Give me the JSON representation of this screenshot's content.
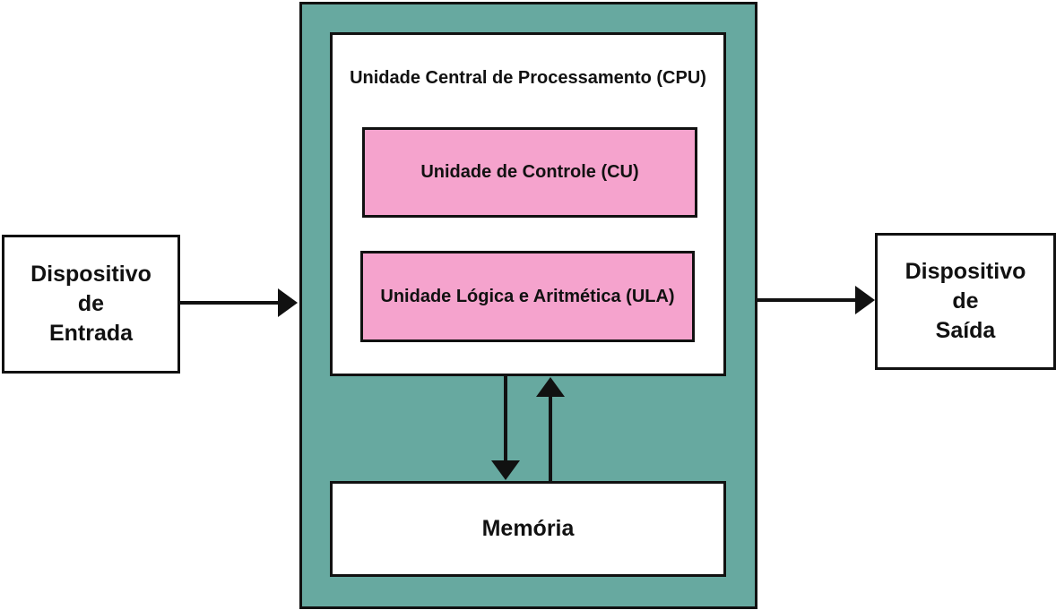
{
  "input_device": {
    "lines": [
      "Dispositivo",
      "de",
      "Entrada"
    ]
  },
  "output_device": {
    "lines": [
      "Dispositivo",
      "de",
      "Saída"
    ]
  },
  "cpu": {
    "title": "Unidade Central de Processamento (CPU)",
    "control_unit": "Unidade de Controle (CU)",
    "alu": "Unidade Lógica e Aritmética (ULA)"
  },
  "memory": {
    "label": "Memória"
  },
  "colors": {
    "system_frame": "#67a9a0",
    "cpu_units": "#f5a3cd",
    "boxes": "#ffffff",
    "lines": "#111111"
  }
}
